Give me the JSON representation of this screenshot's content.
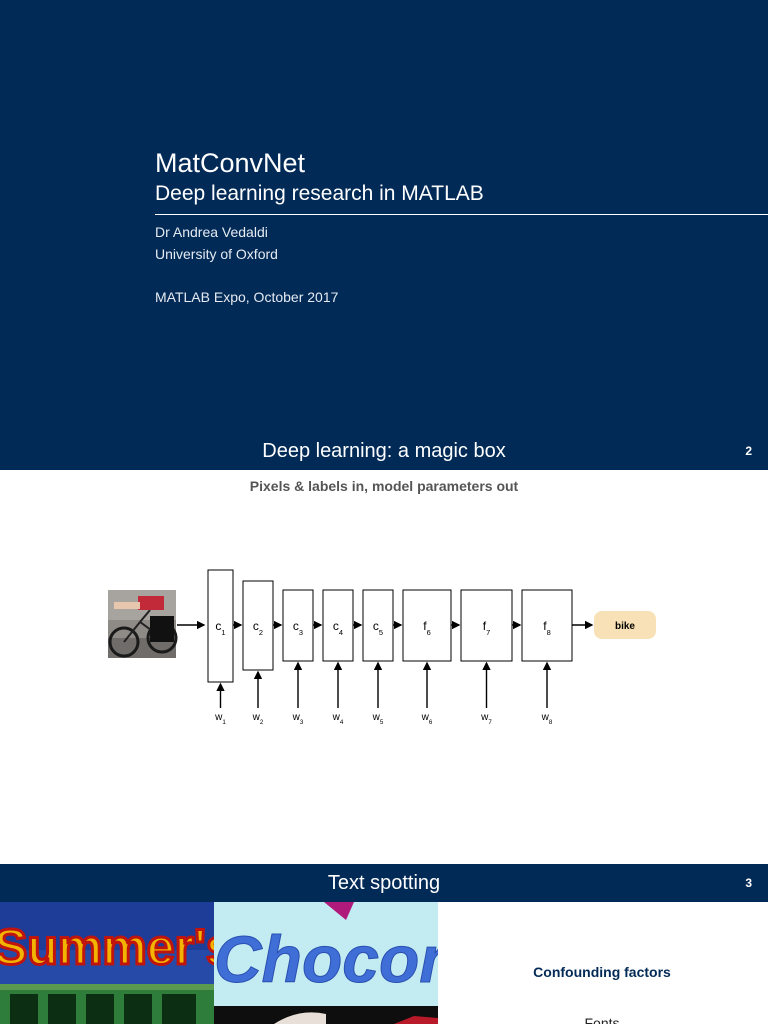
{
  "slide1": {
    "title": "MatConvNet",
    "subtitle": "Deep learning research in MATLAB",
    "author": "Dr Andrea Vedaldi",
    "affiliation": "University of Oxford",
    "event": "MATLAB Expo, October 2017"
  },
  "slide2": {
    "title": "Deep learning: a magic box",
    "page_number": "2",
    "subtitle": "Pixels & labels in, model parameters out",
    "output_label": "bike",
    "layers": [
      {
        "letter": "c",
        "index": "1"
      },
      {
        "letter": "c",
        "index": "2"
      },
      {
        "letter": "c",
        "index": "3"
      },
      {
        "letter": "c",
        "index": "4"
      },
      {
        "letter": "c",
        "index": "5"
      },
      {
        "letter": "f",
        "index": "6"
      },
      {
        "letter": "f",
        "index": "7"
      },
      {
        "letter": "f",
        "index": "8"
      }
    ],
    "weights": [
      {
        "letter": "w",
        "index": "1"
      },
      {
        "letter": "w",
        "index": "2"
      },
      {
        "letter": "w",
        "index": "3"
      },
      {
        "letter": "w",
        "index": "4"
      },
      {
        "letter": "w",
        "index": "5"
      },
      {
        "letter": "w",
        "index": "6"
      },
      {
        "letter": "w",
        "index": "7"
      },
      {
        "letter": "w",
        "index": "8"
      }
    ]
  },
  "slide3": {
    "title": "Text spotting",
    "page_number": "3",
    "photo_texts": [
      "Summer's",
      "Chocome"
    ],
    "confounding_title": "Confounding factors",
    "confounding_item": "Fonts"
  },
  "colors": {
    "navy": "#022a57",
    "output_badge": "#f8e1b6"
  }
}
